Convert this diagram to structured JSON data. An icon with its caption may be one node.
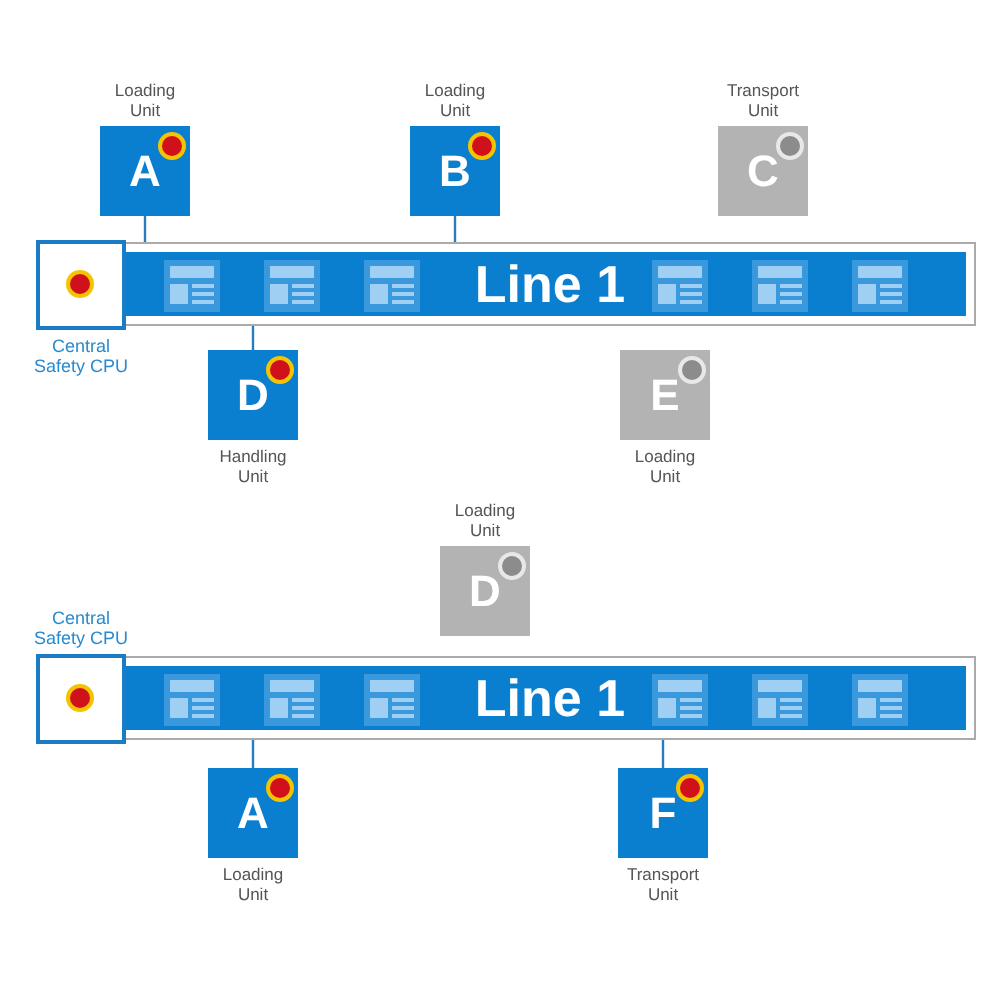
{
  "diagram": {
    "nodes": [
      {
        "text": [
          "Line 1"
        ]
      },
      {
        "text": [],
        "shape": "box",
        "beside": [
          "Central Safety CPU"
        ]
      },
      {
        "text": [
          "A"
        ],
        "beside": [
          "Loading Unit"
        ]
      },
      {
        "text": [
          "B"
        ],
        "beside": [
          "Loading Unit"
        ]
      },
      {
        "text": [
          "C"
        ],
        "beside": [
          "Transport Unit"
        ]
      },
      {
        "text": [
          "D"
        ],
        "beside": [
          "Handling Unit"
        ]
      },
      {
        "text": [
          "E"
        ],
        "beside": [
          "Loading Unit"
        ]
      },
      {
        "text": [
          "Line 1"
        ]
      },
      {
        "text": [],
        "shape": "box",
        "beside": [
          "Central Safety CPU"
        ]
      },
      {
        "text": [
          "D"
        ],
        "beside": [
          "Loading Unit"
        ]
      },
      {
        "text": [
          "A"
        ],
        "beside": [
          "Loading Unit"
        ]
      },
      {
        "text": [
          "F"
        ],
        "beside": [
          "Transport Unit"
        ]
      }
    ],
    "edges": [
      {
        "from": 2,
        "to": 0,
        "arrow": "none"
      },
      {
        "from": 3,
        "to": 0,
        "arrow": "none"
      },
      {
        "from": 5,
        "to": 0,
        "arrow": "none"
      },
      {
        "from": 10,
        "to": 7,
        "arrow": "none"
      },
      {
        "from": 11,
        "to": 7,
        "arrow": "none"
      }
    ]
  }
}
